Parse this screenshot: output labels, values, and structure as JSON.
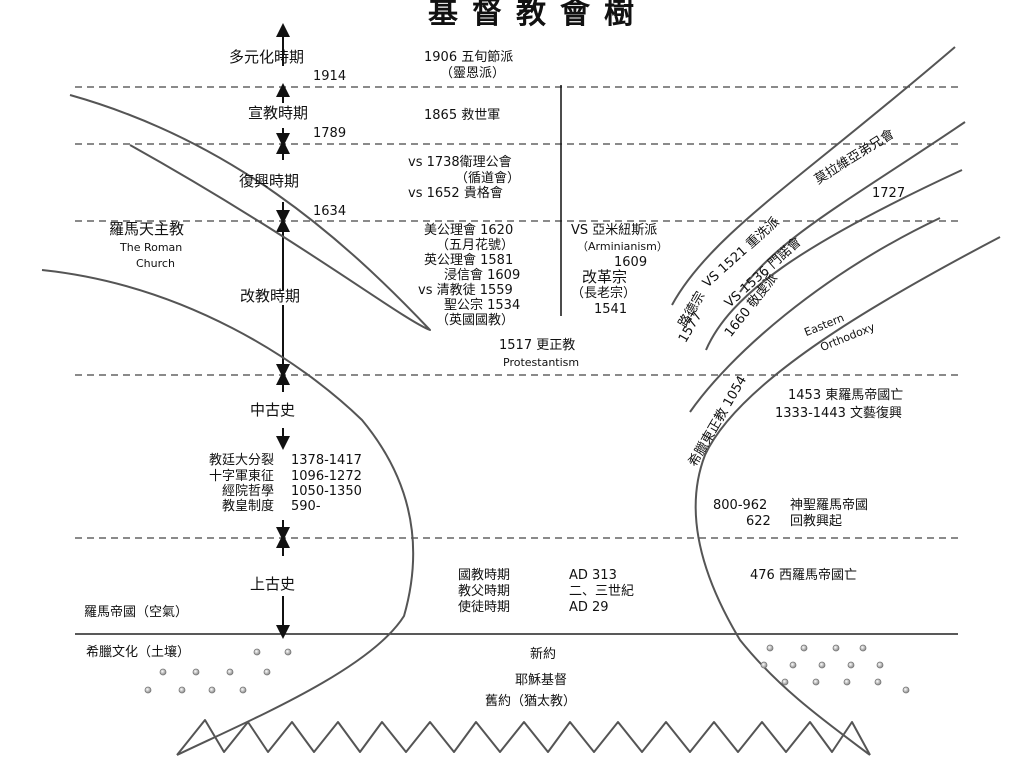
{
  "title": "基督教會樹",
  "eras": {
    "pluralism": "多元化時期",
    "mission": "宣教時期",
    "revival": "復興時期",
    "reformation": "改教時期",
    "medieval": "中古史",
    "ancient": "上古史"
  },
  "years": {
    "y1914": "1914",
    "y1789": "1789",
    "y1634": "1634"
  },
  "roman_church": {
    "zh": "羅馬天主教",
    "en1": "The Roman",
    "en2": "Church"
  },
  "top_events": {
    "pentecostal": "1906 五旬節派",
    "pentecostal_alt": "（靈恩派）",
    "salvation_army": "1865 救世軍",
    "wesley": "vs 1738衛理公會",
    "methodist_alt": "（循道會）",
    "quaker": "vs 1652 貴格會"
  },
  "reformation_left": {
    "methodist": "美公理會 1620",
    "mayflower": "（五月花號）",
    "anglican_cong": "英公理會 1581",
    "baptist": "浸信會 1609",
    "puritan": "vs 清教徒 1559",
    "anglican": "聖公宗 1534",
    "church_england": "（英國國教）"
  },
  "reformation_right": {
    "arminian": "VS 亞米紐斯派",
    "arminian_en": "（Arminianism）",
    "arminian_year": "1609",
    "reformed": "改革宗",
    "presbyterian": "（長老宗）",
    "reformed_year": "1541"
  },
  "protestant": {
    "zh": "1517 更正教",
    "en": "Protestantism"
  },
  "branches": {
    "moravian": "莫拉維亞弟兄會",
    "moravian_year": "1727",
    "anabaptist": "VS 1521 重洗派",
    "mennonite": "VS 1536 門諾會",
    "pietist": "1660 敬虔派",
    "lutheran": "路德宗",
    "lutheran_year": "1577",
    "eastern_en1": "Eastern",
    "eastern_en2": "Orthodoxy",
    "greek_orthodox": "希臘東正教 1054"
  },
  "medieval_left": {
    "schism": "教廷大分裂",
    "schism_year": "1378-1417",
    "crusades": "十字軍東征",
    "crusades_year": "1096-1272",
    "scholastic": "經院哲學",
    "scholastic_year": "1050-1350",
    "papacy": "教皇制度",
    "papacy_year": "590-"
  },
  "medieval_right": {
    "byzantine": "1453 東羅馬帝國亡",
    "renaissance": "1333-1443 文藝復興",
    "hre_year": "800-962",
    "hre": "神聖羅馬帝國",
    "islam_year": "622",
    "islam": "回教興起"
  },
  "ancient_center": {
    "state_church": "國教時期",
    "state_church_year": "AD 313",
    "fathers": "教父時期",
    "fathers_year": "二、三世紀",
    "apostolic": "使徒時期",
    "apostolic_year": "AD 29"
  },
  "ancient_right": {
    "west_rome": "476 西羅馬帝國亡"
  },
  "ground_left": {
    "roman_empire": "羅馬帝國（空氣）",
    "greek_culture": "希臘文化（土壤）"
  },
  "roots": {
    "new_testament": "新約",
    "jesus": "耶穌基督",
    "old_testament": "舊約（猶太教）"
  }
}
